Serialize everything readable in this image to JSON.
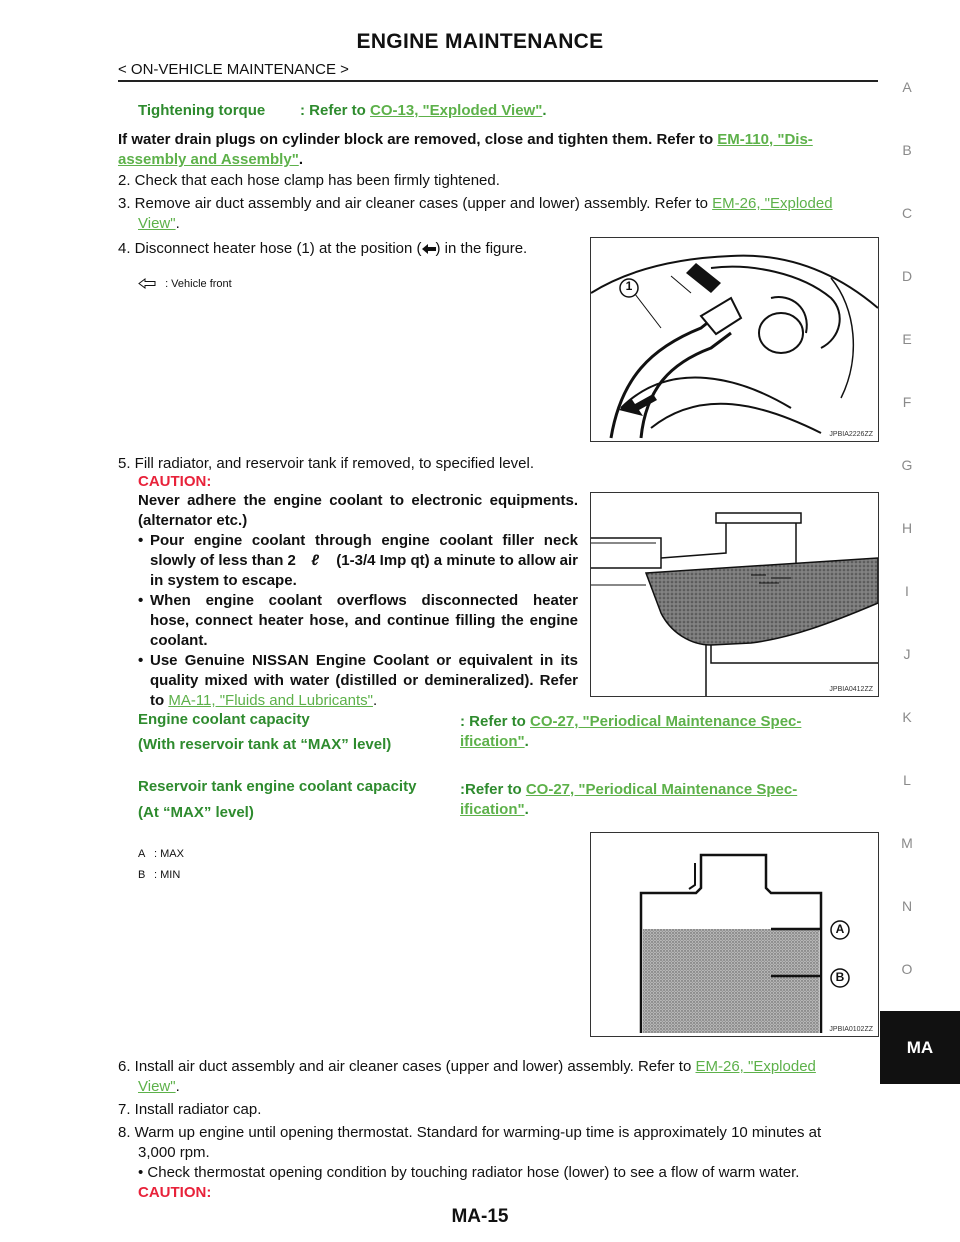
{
  "header": {
    "title": "ENGINE MAINTENANCE",
    "breadcrumb": "< ON-VEHICLE MAINTENANCE >"
  },
  "side_index": [
    "A",
    "B",
    "C",
    "D",
    "E",
    "F",
    "G",
    "H",
    "I",
    "J",
    "K",
    "L",
    "M",
    "N",
    "O"
  ],
  "side_tab": "MA",
  "torque": {
    "label": "Tightening torque",
    "refer": ": Refer to ",
    "link": "CO-13, \"Exploded View\"",
    "end": "."
  },
  "drain": {
    "text": "If water drain plugs on cylinder block are removed, close and tighten them. Refer to ",
    "link1": "EM-110, \"Dis-",
    "link2": "assembly and Assembly\"",
    "end": "."
  },
  "steps": {
    "s2": "2.  Check that each hose clamp has been firmly tightened.",
    "s3_text": "3.  Remove air duct assembly and air cleaner cases (upper and lower) assembly. Refer to ",
    "s3_link1": "EM-26, \"Exploded",
    "s3_link2": "View\"",
    "s3_end": ".",
    "s4_pre": "4.  Disconnect heater hose (1) at the position (",
    "s4_post": ") in the figure.",
    "s5": "5.  Fill radiator, and reservoir tank if removed, to specified level.",
    "s6_text": "6.  Install air duct assembly and air cleaner cases (upper and lower) assembly. Refer to ",
    "s6_link1": "EM-26, \"Exploded",
    "s6_link2": "View\"",
    "s6_end": ".",
    "s7": "7.  Install radiator cap.",
    "s8_line1": "8.  Warm up engine until opening thermostat. Standard for warming-up time is approximately 10 minutes at",
    "s8_line2": "3,000 rpm.",
    "s8_bullet": "•  Check thermostat opening condition by touching radiator hose (lower) to see a flow of warm water.",
    "s8_caution": "CAUTION:"
  },
  "fig1": {
    "legend_text": ": Vehicle front",
    "id": "JPBIA2226ZZ",
    "callout": "1"
  },
  "caution5": {
    "label": "CAUTION:",
    "l1": "Never adhere the engine coolant to electronic equipments.",
    "l2": "(alternator etc.)",
    "b1a": "Pour engine coolant through engine coolant filler neck",
    "b1b": "slowly of less than 2",
    "b1c": "(1-3/4 Imp qt) a minute to allow air",
    "b1d": "in system to escape.",
    "b2a": "When engine coolant overflows disconnected heater",
    "b2b": "hose, connect heater hose, and continue filling the engine",
    "b2c": "coolant.",
    "b3a": "Use Genuine NISSAN Engine Coolant or equivalent in its",
    "b3b": "quality mixed with water (distilled or demineralized). Refer",
    "b3c": "to ",
    "b3link": "MA-11, \"Fluids and Lubricants\"",
    "b3end": ".",
    "liter": "ℓ",
    "bullet": "•"
  },
  "fig2": {
    "id": "JPBIA0412ZZ"
  },
  "capacity": {
    "c1_l1": "Engine coolant capacity",
    "c1_l2": "(With reservoir tank at “MAX” level)",
    "c1_refer": ": Refer to ",
    "c1_link1": "CO-27, \"Periodical Maintenance Spec-",
    "c1_link2": "ification\"",
    "c1_end": ".",
    "c2_l1": "Reservoir tank engine coolant capacity",
    "c2_l2": "(At “MAX” level)",
    "c2_refer": ":Refer to ",
    "c2_link1": "CO-27, \"Periodical Maintenance Spec-",
    "c2_link2": "ification\"",
    "c2_end": "."
  },
  "fig3": {
    "legendA_key": "A",
    "legendA_val": ": MAX",
    "legendB_key": "B",
    "legendB_val": ": MIN",
    "labelA": "A",
    "labelB": "B",
    "id": "JPBIA0102ZZ"
  },
  "page_number": "MA-15"
}
